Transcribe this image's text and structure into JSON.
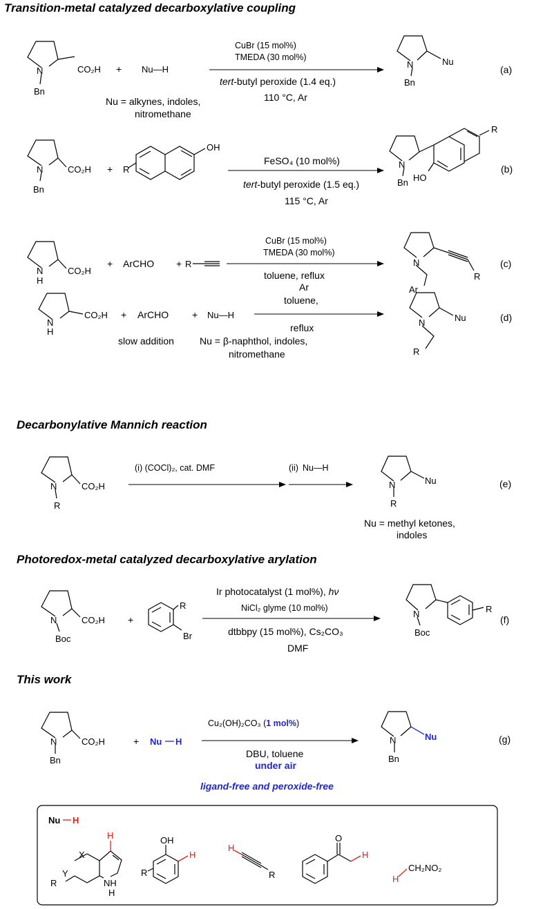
{
  "headings": {
    "h1": "Transition-metal catalyzed decarboxylative coupling",
    "h2": "Decarbonylative Mannich reaction",
    "h3": "Photoredox-metal catalyzed decarboxylative arylation",
    "h4": "This work"
  },
  "atoms": {
    "N": "N",
    "Bn": "Bn",
    "R": "R",
    "Boc": "Boc",
    "H": "H",
    "OH": "OH",
    "HO": "HO",
    "Ar": "Ar",
    "Br": "Br",
    "Nu": "Nu",
    "X": "X",
    "Y": "Y",
    "O": "O",
    "NH": "NH",
    "NuH": "Nu—H",
    "CO2H": "CO₂H",
    "CH2NO2": "CH₂NO₂",
    "plus": "+"
  },
  "rxn_a": {
    "cond1": "CuBr (15 mol%)",
    "cond2": "TMEDA (30 mol%)",
    "cond3_em": "tert",
    "cond3_rest": "-butyl peroxide (1.4 eq.)",
    "cond4": "110 °C, Ar",
    "note1": "Nu = alkynes, indoles,",
    "note2": "nitromethane",
    "label": "(a)"
  },
  "rxn_b": {
    "cond1": "FeSO₄ (10 mol%)",
    "cond2_em": "tert",
    "cond2_rest": "-butyl peroxide (1.5 eq.)",
    "cond3": "115 °C, Ar",
    "label": "(b)"
  },
  "rxn_c": {
    "reagent": "ArCHO",
    "cond1": "CuBr (15 mol%)",
    "cond2": "TMEDA (30 mol%)",
    "cond3": "toluene, reflux",
    "cond4": "Ar",
    "label": "(c)"
  },
  "rxn_d": {
    "reagent": "ArCHO",
    "cond1": "toluene,",
    "cond2": "reflux",
    "note_slow": "slow addition",
    "note1": "Nu = β-naphthol, indoles,",
    "note2": "nitromethane",
    "label": "(d)"
  },
  "rxn_e": {
    "step1": "(i) (COCl)₂, cat. DMF",
    "step2": "(ii)",
    "note1": "Nu = methyl ketones,",
    "note2": "indoles",
    "label": "(e)"
  },
  "rxn_f": {
    "cond1": "Ir photocatalyst (1 mol%), ",
    "cond1_hv": "hν",
    "cond2": "NiCl₂ glyme (10 mol%)",
    "cond3": "dtbbpy (15 mol%), Cs₂CO₃",
    "cond4": "DMF",
    "label": "(f)"
  },
  "rxn_g": {
    "cond1": "Cu₂(OH)₂CO₃ (",
    "cond1_blue": "1 mol%",
    "cond1_end": ")",
    "cond2": "DBU, toluene",
    "cond3": "under air",
    "label": "(g)",
    "tagline": "ligand-free and peroxide-free"
  },
  "colors": {
    "accent_blue": "#1f25d6",
    "highlight_red": "#e0201b"
  }
}
